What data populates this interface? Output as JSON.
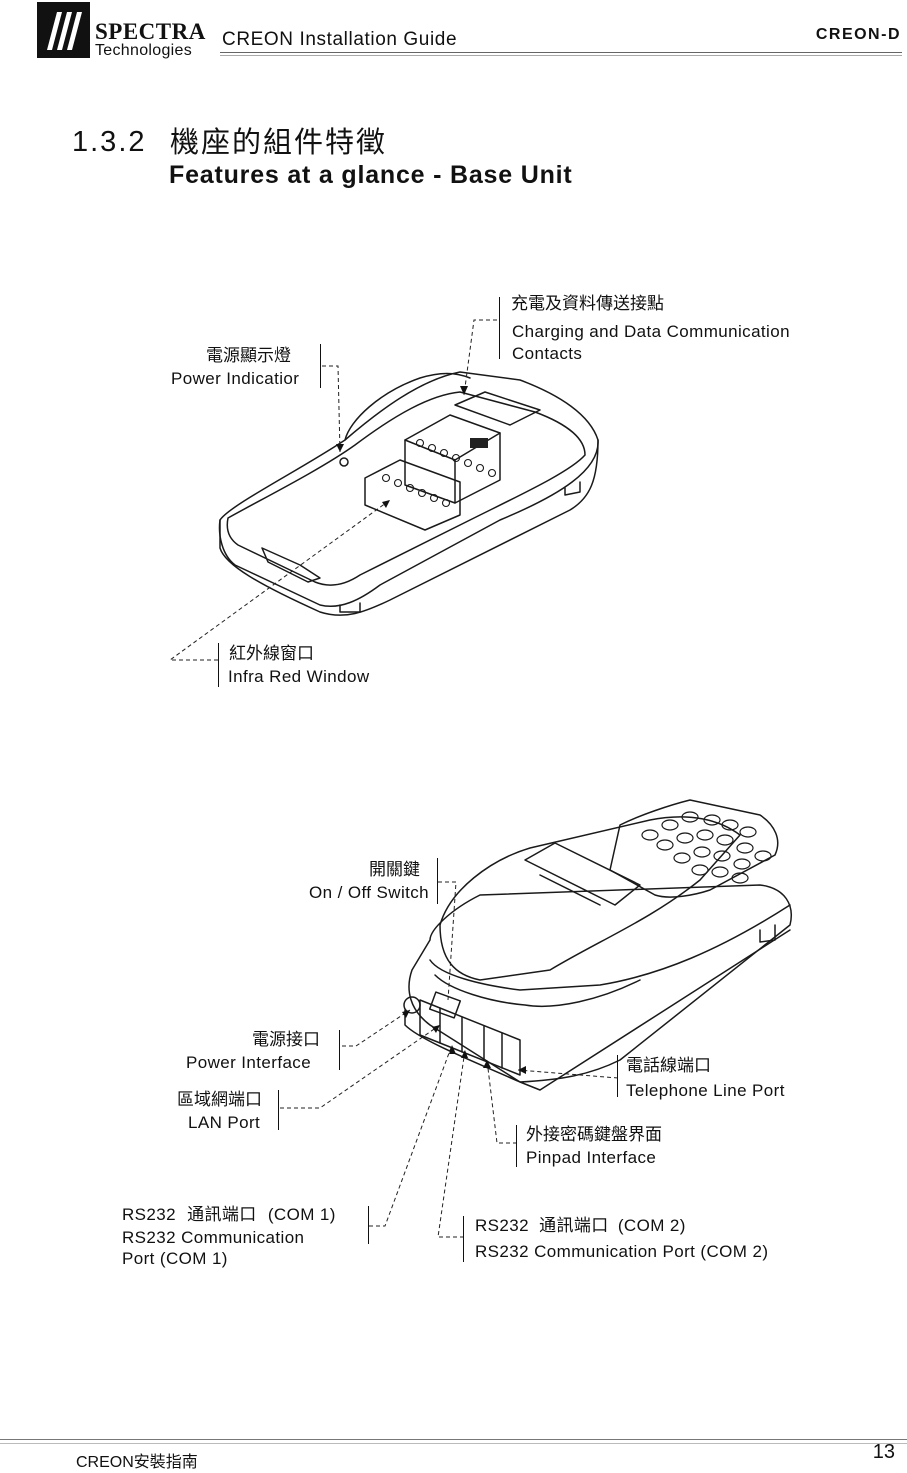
{
  "header": {
    "brand": "SPECTRA",
    "brand_sub": "Technologies",
    "doc_title": "CREON Installation Guide",
    "model": "CREON-D"
  },
  "section": {
    "number": "1.3.2",
    "title_zh": "機座的組件特徵",
    "title_en": "Features at a glance - Base Unit"
  },
  "figure1": {
    "contacts_zh": "充電及資料傳送接點",
    "contacts_en_1": "Charging and Data Communication",
    "contacts_en_2": "Contacts",
    "power_ind_zh": "電源顯示燈",
    "power_ind_en": "Power Indicatior",
    "ir_zh": "紅外線窗口",
    "ir_en": "Infra Red Window"
  },
  "figure2": {
    "switch_zh": "開關鍵",
    "switch_en": "On / Off Switch",
    "power_if_zh": "電源接口",
    "power_if_en": "Power Interface",
    "lan_zh": "區域網端口",
    "lan_en": "LAN Port",
    "tel_zh": "電話線端口",
    "tel_en": "Telephone Line Port",
    "pinpad_zh": "外接密碼鍵盤界面",
    "pinpad_en": "Pinpad Interface",
    "com1_zh_prefix": "RS232",
    "com1_zh_mid": "通訊端口",
    "com1_zh_suffix": "(COM 1)",
    "com1_en_1": "RS232 Communication",
    "com1_en_2": "Port (COM 1)",
    "com2_zh_prefix": "RS232",
    "com2_zh_mid": "通訊端口",
    "com2_zh_suffix": "(COM 2)",
    "com2_en": "RS232 Communication Port (COM 2)"
  },
  "footer": {
    "left_prefix": "CREON",
    "left_zh": "安裝指南",
    "page": "13"
  }
}
